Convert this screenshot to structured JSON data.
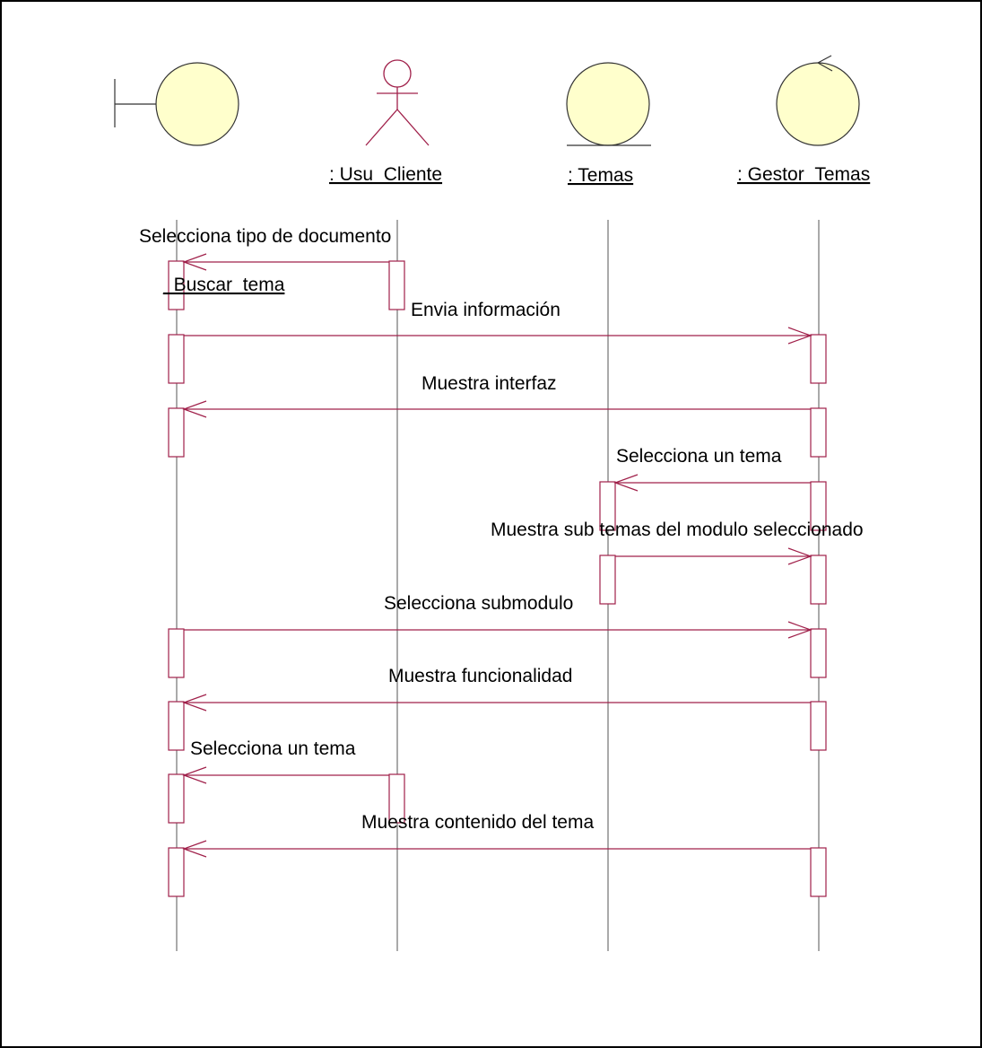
{
  "diagram": {
    "type": "sequence-diagram",
    "colors": {
      "symbol_fill": "#ffffcc",
      "line": "#a0204a",
      "border": "#000000"
    },
    "participants": [
      {
        "id": "boundary",
        "kind": "boundary",
        "label": ""
      },
      {
        "id": "usu_cliente",
        "kind": "actor",
        "label": ": Usu_Cliente"
      },
      {
        "id": "temas",
        "kind": "entity",
        "label": ": Temas"
      },
      {
        "id": "gestor_temas",
        "kind": "control",
        "label": ": Gestor_Temas"
      }
    ],
    "boundary_object_label": "_Buscar_tema",
    "messages": [
      {
        "from": "usu_cliente",
        "to": "boundary",
        "label": "Selecciona tipo de documento"
      },
      {
        "from": "boundary",
        "to": "gestor_temas",
        "label": "Envia información"
      },
      {
        "from": "gestor_temas",
        "to": "boundary",
        "label": "Muestra interfaz"
      },
      {
        "from": "gestor_temas",
        "to": "temas",
        "label": "Selecciona un tema"
      },
      {
        "from": "temas",
        "to": "gestor_temas",
        "label": "Muestra sub temas del modulo seleccionado"
      },
      {
        "from": "boundary",
        "to": "gestor_temas",
        "label": "Selecciona submodulo"
      },
      {
        "from": "gestor_temas",
        "to": "boundary",
        "label": "Muestra funcionalidad"
      },
      {
        "from": "usu_cliente",
        "to": "boundary",
        "label": "Selecciona un tema"
      },
      {
        "from": "gestor_temas",
        "to": "boundary",
        "label": "Muestra contenido del tema"
      }
    ]
  }
}
